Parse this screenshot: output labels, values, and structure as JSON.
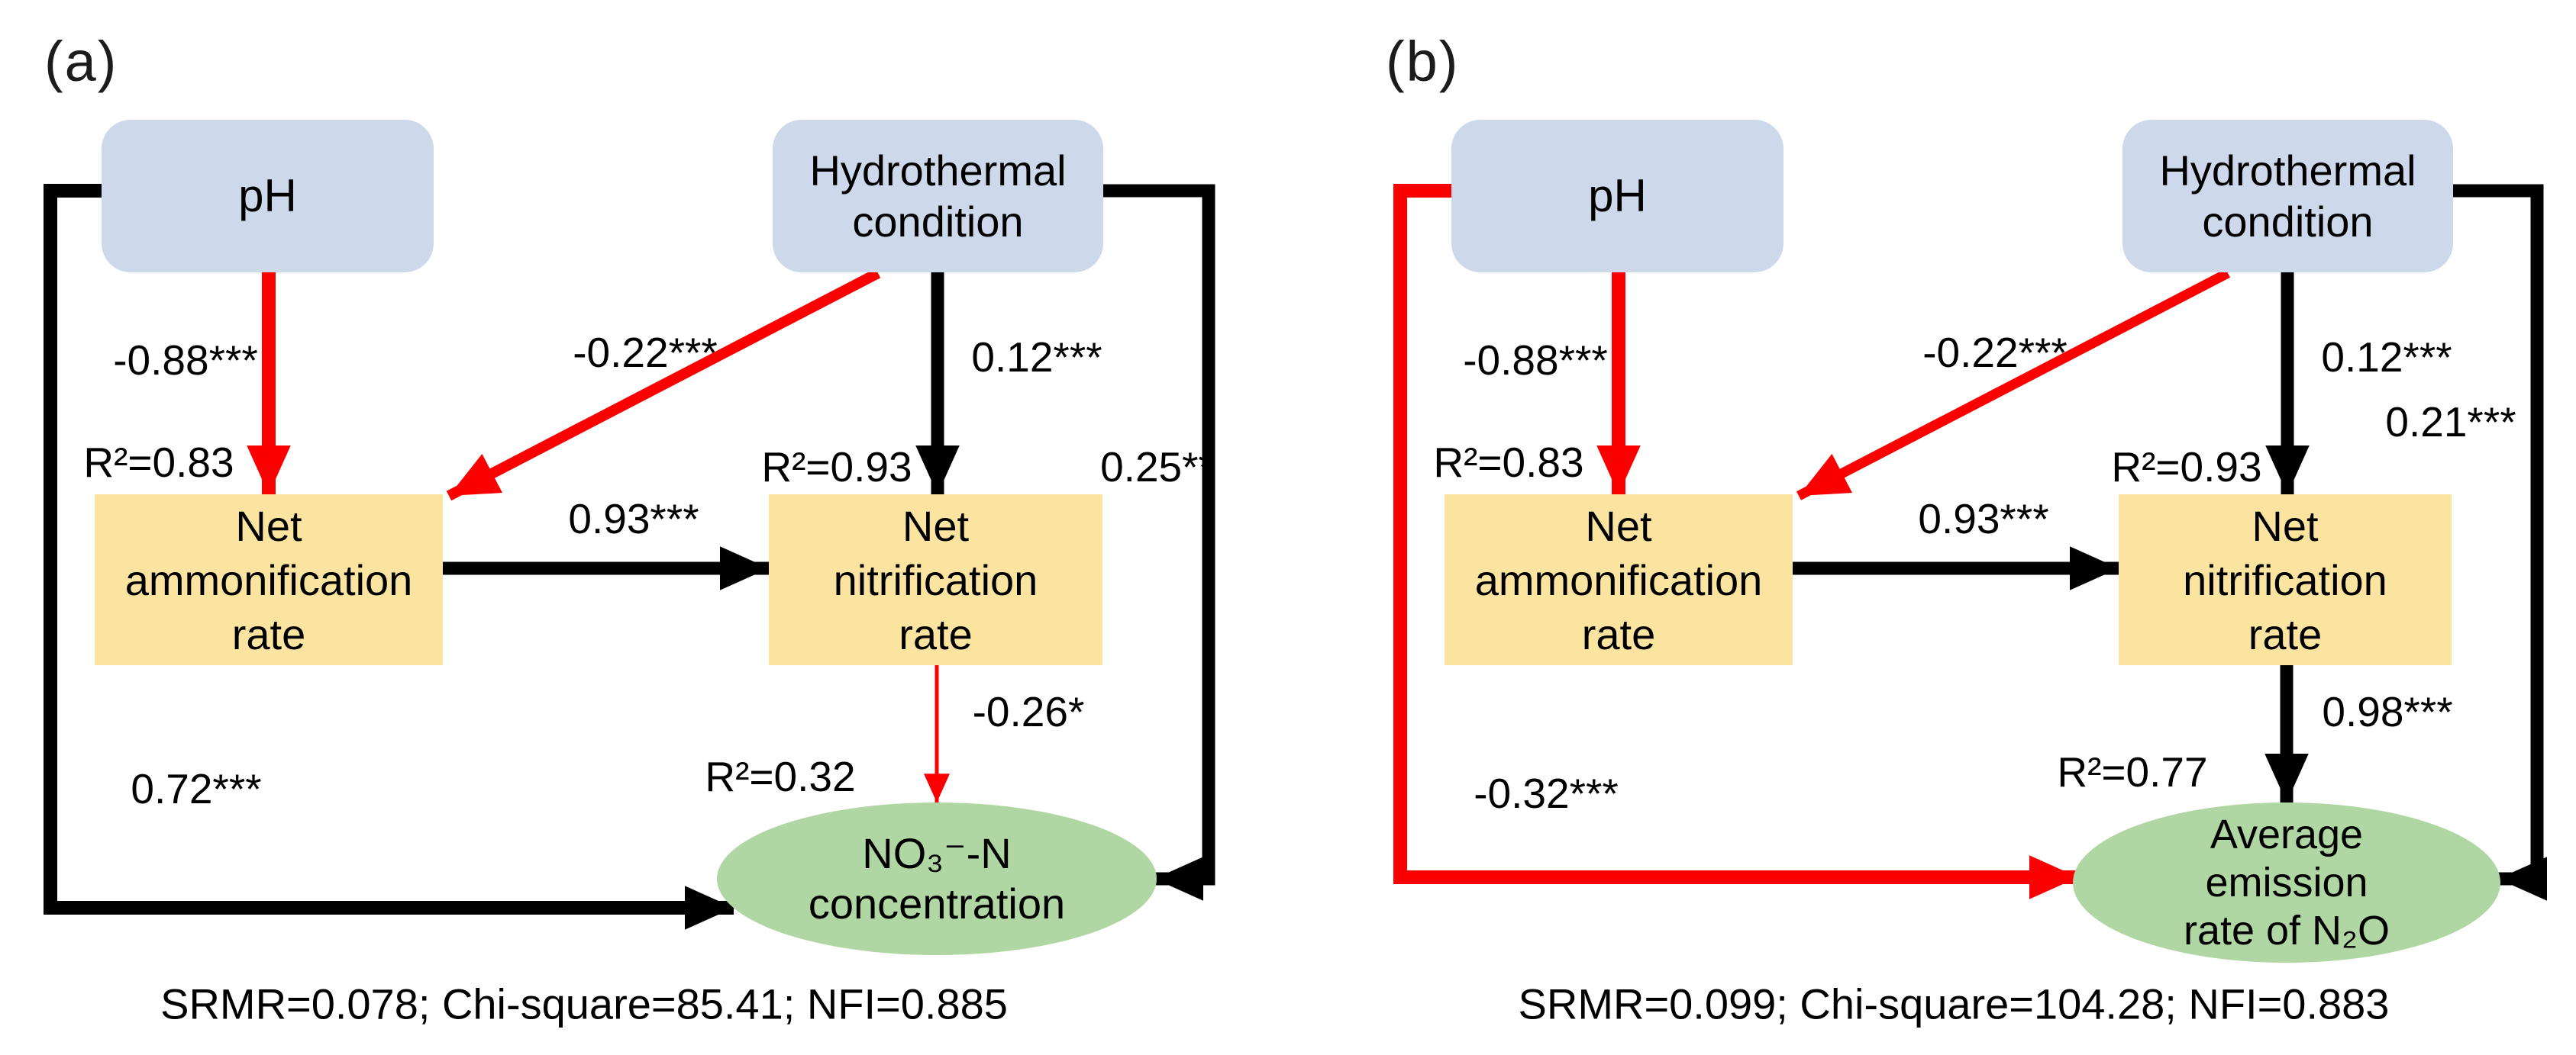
{
  "figure": {
    "panels": [
      {
        "tag": "(a)",
        "nodes": {
          "ph": {
            "label": "pH"
          },
          "hydro": {
            "line1": "Hydrothermal",
            "line2": "condition"
          },
          "amm": {
            "line1": "Net",
            "line2": "ammonification",
            "line3": "rate",
            "r2": "R²=0.83"
          },
          "nit": {
            "line1": "Net",
            "line2": "nitrification",
            "line3": "rate",
            "r2": "R²=0.93"
          },
          "out": {
            "line1": "NO₃⁻-N",
            "line2": "concentration",
            "r2": "R²=0.32"
          }
        },
        "coeffs": {
          "ph_amm": "-0.88***",
          "hydro_amm": "-0.22***",
          "hydro_nit": "0.12***",
          "amm_nit": "0.93***",
          "nit_out": "-0.26*",
          "ph_out": "0.72***",
          "hydro_out": "0.25**"
        },
        "fit": "SRMR=0.078; Chi-square=85.41; NFI=0.885"
      },
      {
        "tag": "(b)",
        "nodes": {
          "ph": {
            "label": "pH"
          },
          "hydro": {
            "line1": "Hydrothermal",
            "line2": "condition"
          },
          "amm": {
            "line1": "Net",
            "line2": "ammonification",
            "line3": "rate",
            "r2": "R²=0.83"
          },
          "nit": {
            "line1": "Net",
            "line2": "nitrification",
            "line3": "rate",
            "r2": "R²=0.93"
          },
          "out": {
            "line1": "Average",
            "line2": "emission",
            "line3": "rate of N₂O",
            "r2": "R²=0.77"
          }
        },
        "coeffs": {
          "ph_amm": "-0.88***",
          "hydro_amm": "-0.22***",
          "hydro_nit": "0.12***",
          "amm_nit": "0.93***",
          "nit_out": "0.98***",
          "ph_out": "-0.32***",
          "hydro_out": "0.21***"
        },
        "fit": "SRMR=0.099; Chi-square=104.28; NFI=0.883"
      }
    ],
    "colors": {
      "predictor_box": "#cdd9ea",
      "process_box": "#fbe3a0",
      "outcome_ellipse": "#b0d7a3",
      "negative_path": "#fb0000",
      "positive_path": "#000000"
    }
  }
}
